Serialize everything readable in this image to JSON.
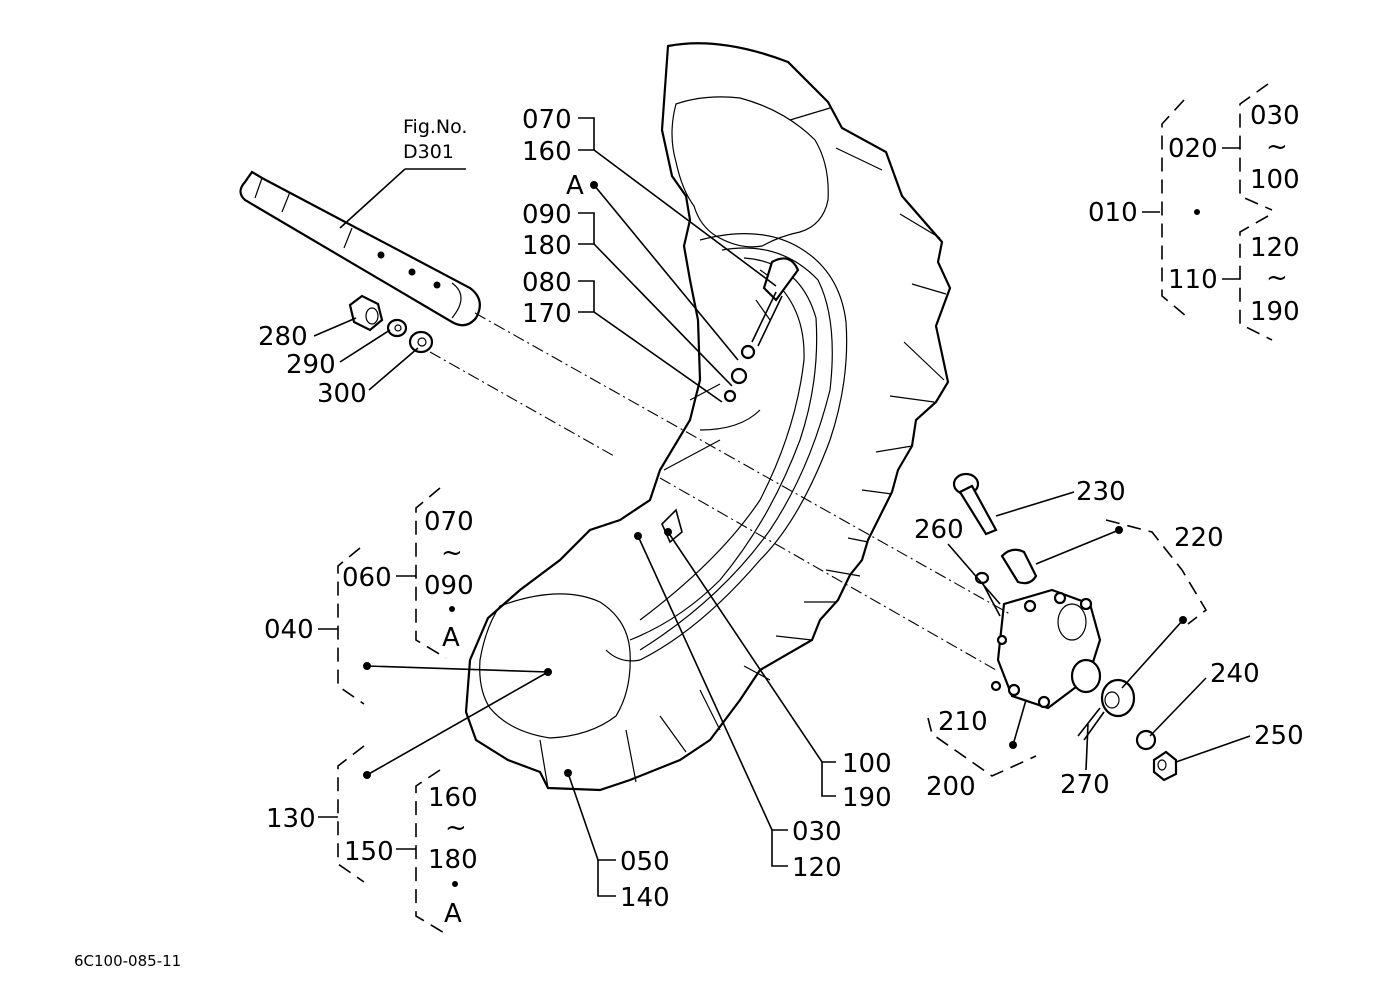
{
  "figure_ref": {
    "title": "Fig.No.",
    "number": "D301"
  },
  "drawing_code": "6C100-085-11",
  "labels": {
    "l010": "010",
    "l020": "020",
    "l030": "030",
    "l030b": "030",
    "l040": "040",
    "l050": "050",
    "l060": "060",
    "l070": "070",
    "l070b": "070",
    "l080": "080",
    "l090": "090",
    "l090b": "090",
    "l100": "100",
    "l100b": "100",
    "l110": "110",
    "l120": "120",
    "l120b": "120",
    "l130": "130",
    "l140": "140",
    "l150": "150",
    "l160": "160",
    "l160b": "160",
    "l170": "170",
    "l180": "180",
    "l180b": "180",
    "l190": "190",
    "l190b": "190",
    "l200": "200",
    "l210": "210",
    "l220": "220",
    "l230": "230",
    "l240": "240",
    "l250": "250",
    "l260": "260",
    "l270": "270",
    "l280": "280",
    "l290": "290",
    "l300": "300",
    "a1": "A",
    "a2": "A",
    "a3": "A",
    "tilde": "~"
  }
}
